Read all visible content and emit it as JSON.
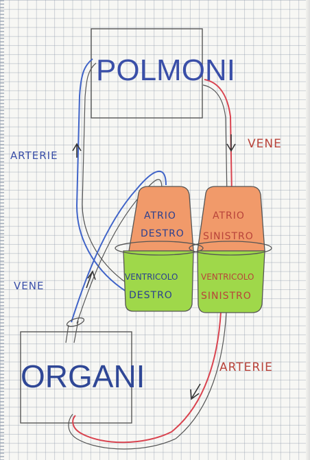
{
  "boxes": {
    "lungs": "POLMONI",
    "organs": "ORGANI"
  },
  "chambers": {
    "right_atrium": [
      "ATRIO",
      "DESTRO"
    ],
    "left_atrium": [
      "ATRIO",
      "SINISTRO"
    ],
    "right_ventricle": [
      "VENTRICOLO",
      "DESTRO"
    ],
    "left_ventricle": [
      "VENTRICOLO",
      "SINISTRO"
    ]
  },
  "vessel_labels": {
    "left_top": "ARTERIE",
    "left_bottom": "VENE",
    "right_top": "VENE",
    "right_bottom": "ARTERIE"
  },
  "colors": {
    "oxygenated": "#d9434f",
    "deoxygenated": "#3f63c8",
    "atrium_fill": "#f19a6a",
    "ventricle_fill": "#9fd84a",
    "label_blue": "#2a3f8f",
    "label_red": "#b8433a",
    "pencil": "#444444"
  }
}
